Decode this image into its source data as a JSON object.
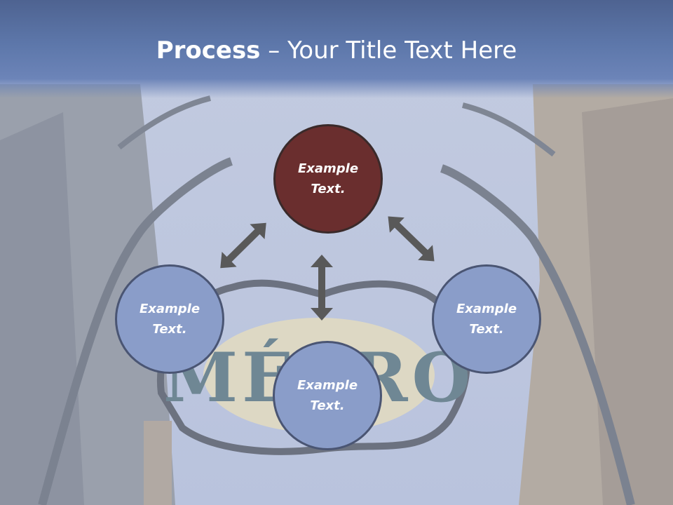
{
  "title": {
    "bold": "Process",
    "rest": " – Your Title Text Here"
  },
  "background": {
    "sign_text": "MÉTRO"
  },
  "nodes": {
    "top": "Example Text.",
    "left": "Example Text.",
    "right": "Example Text.",
    "bottom": "Example Text."
  },
  "colors": {
    "title_band": "#5d77aa",
    "node_dark": "#6a2e2e",
    "node_blue": "#8a9dc9",
    "arrow": "#595959"
  }
}
